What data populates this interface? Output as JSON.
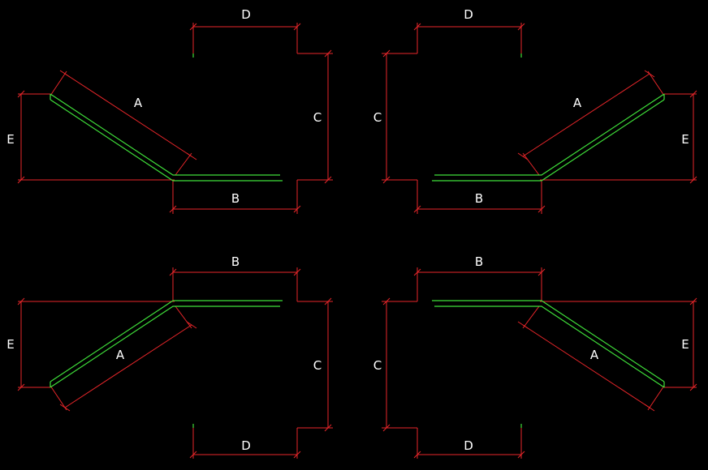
{
  "colors": {
    "background": "#000000",
    "dimension": "#e8262a",
    "part": "#3fe03a",
    "label": "#ffffff"
  },
  "drawings": [
    {
      "id": "top-left",
      "labels": {
        "a": "A",
        "b": "B",
        "c": "C",
        "d": "D",
        "e": "E"
      }
    },
    {
      "id": "top-right",
      "labels": {
        "a": "A",
        "b": "B",
        "c": "C",
        "d": "D",
        "e": "E"
      }
    },
    {
      "id": "bottom-left",
      "labels": {
        "a": "A",
        "b": "B",
        "c": "C",
        "d": "D",
        "e": "E"
      }
    },
    {
      "id": "bottom-right",
      "labels": {
        "a": "A",
        "b": "B",
        "c": "C",
        "d": "D",
        "e": "E"
      }
    }
  ]
}
